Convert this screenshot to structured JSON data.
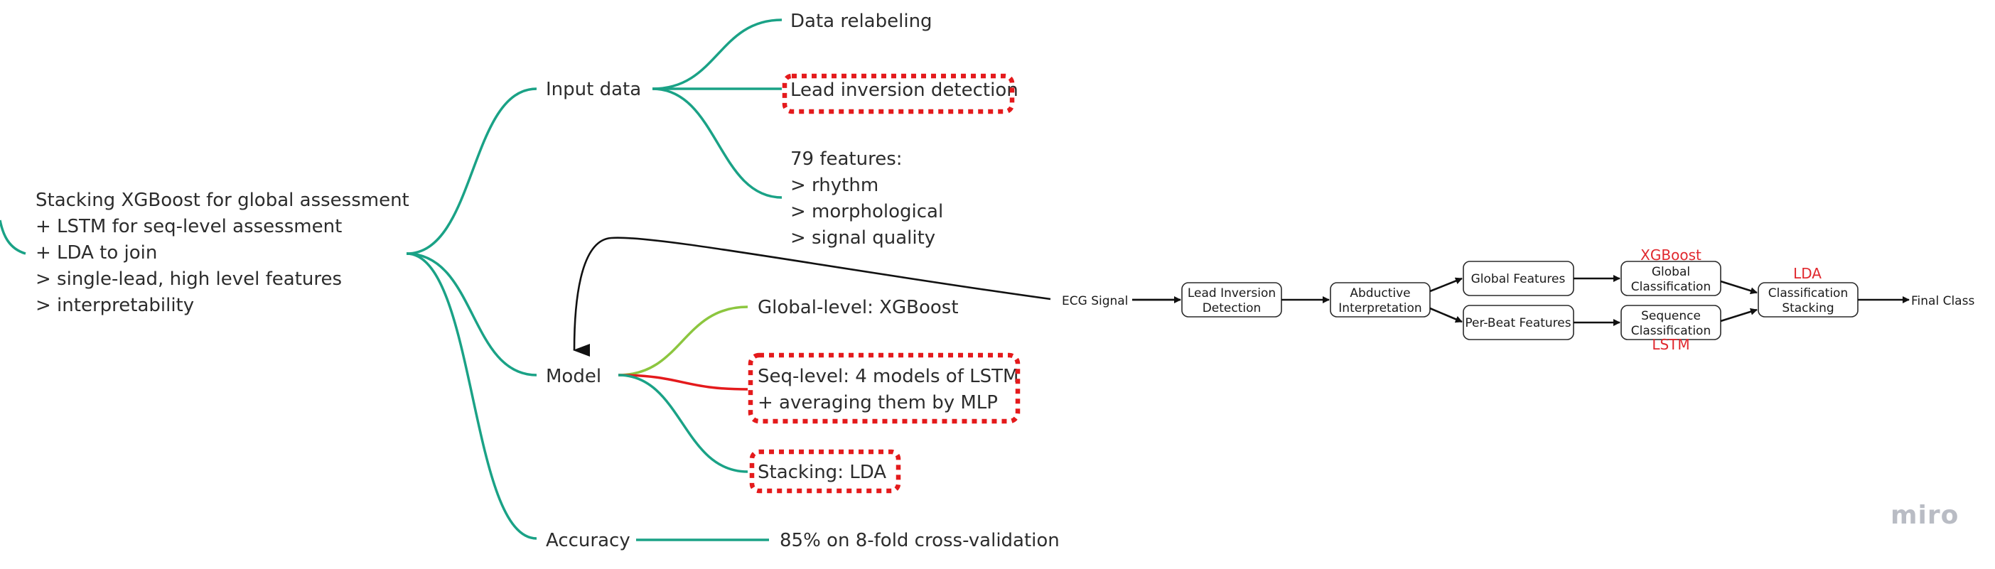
{
  "mindmap": {
    "root": {
      "lines": [
        "Stacking XGBoost for global assessment",
        "+ LSTM for seq-level assessment",
        "+ LDA to join",
        "> single-lead, high level features",
        "> interpretability"
      ]
    },
    "input_data": {
      "label": "Input data",
      "children": {
        "relabel": "Data relabeling",
        "lead_inversion": "Lead inversion detection",
        "features": [
          "79 features:",
          "> rhythm",
          "> morphological",
          "> signal quality"
        ]
      }
    },
    "model": {
      "label": "Model",
      "children": {
        "global": "Global-level: XGBoost",
        "seq": [
          "Seq-level: 4 models of LSTM",
          "+ averaging them by MLP"
        ],
        "stacking": "Stacking: LDA"
      }
    },
    "accuracy": {
      "label": "Accuracy",
      "value": "85% on 8-fold cross-validation"
    }
  },
  "flowchart": {
    "ecg_signal": "ECG Signal",
    "lead_inversion": [
      "Lead Inversion",
      "Detection"
    ],
    "abductive": [
      "Abductive",
      "Interpretation"
    ],
    "global_features": "Global Features",
    "perbeat_features": "Per-Beat Features",
    "global_class": [
      "Global",
      "Classification"
    ],
    "sequence_class": [
      "Sequence",
      "Classification"
    ],
    "stacking": [
      "Classification",
      "Stacking"
    ],
    "final_class": "Final Class",
    "annotations": {
      "xgboost": "XGBoost",
      "lstm": "LSTM",
      "lda": "LDA"
    }
  },
  "colors": {
    "branch": "#1aa286",
    "branch_light": "#8cc63f",
    "branch_red": "#e41a1c",
    "highlight": "#e41a1c",
    "annotation": "#e0282e"
  },
  "watermark": "miro"
}
